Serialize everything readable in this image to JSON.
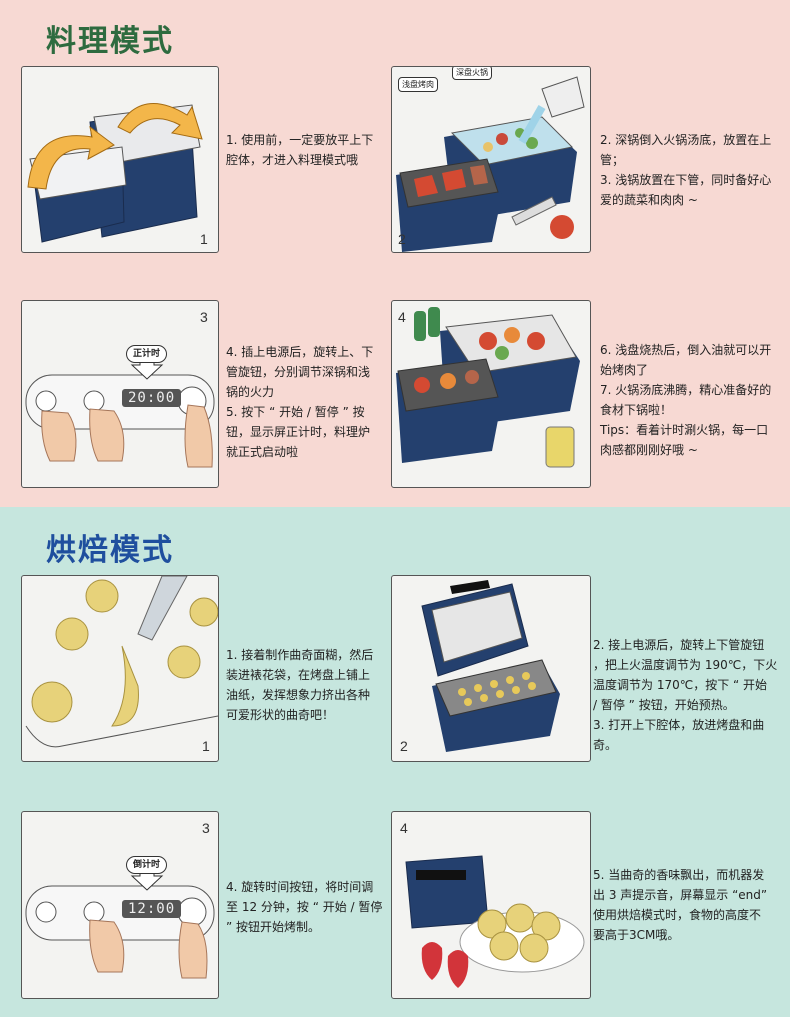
{
  "cook": {
    "title": "料理模式",
    "steps": [
      {
        "num": "1",
        "text": "1. 使用前，一定要放平上下\n腔体，才进入料理模式哦"
      },
      {
        "num": "2",
        "text": "2. 深锅倒入火锅汤底，放置在上\n管；\n3. 浅锅放置在下管，同时备好心\n爱的蔬菜和肉肉 ~",
        "tag_deep": "深盘火锅",
        "tag_shallow": "浅盘烤肉"
      },
      {
        "num": "3",
        "text": "4. 插上电源后，旋转上、下\n管旋钮，分别调节深锅和浅\n锅的火力\n5. 按下 “ 开始 / 暂停 ” 按\n钮，显示屏正计时，料理炉\n就正式启动啦",
        "timer_label": "正计时",
        "lcd": "20:00"
      },
      {
        "num": "4",
        "text": "6. 浅盘烧热后，倒入油就可以开\n始烤肉了\n7. 火锅汤底沸腾，精心准备好的\n食材下锅啦！\nTips：看着计时涮火锅，每一口\n肉感都刚刚好哦 ~"
      }
    ]
  },
  "bake": {
    "title": "烘焙模式",
    "steps": [
      {
        "num": "1",
        "text": "1. 接着制作曲奇面糊，然后\n装进裱花袋，在烤盘上铺上\n油纸，发挥想象力挤出各种\n可爱形状的曲奇吧！"
      },
      {
        "num": "2",
        "text": "2. 接上电源后，旋转上下管旋钮\n，把上火温度调节为 190℃，下火\n温度调节为 170℃，按下 “ 开始\n/ 暂停 ” 按钮，开始预热。\n3. 打开上下腔体，放进烤盘和曲奇。"
      },
      {
        "num": "3",
        "text": "4. 旋转时间按钮，将时间调\n至 12 分钟，按 “ 开始 / 暂停\n” 按钮开始烤制。",
        "timer_label": "倒计时",
        "lcd": "12:00"
      },
      {
        "num": "4",
        "text": "5. 当曲奇的香味飘出，而机器发\n出 3 声提示音，屏幕显示 “end”\n使用烘焙模式时，食物的高度不\n要高于3CM哦。"
      }
    ]
  },
  "colors": {
    "cook_bg": "#f7d9d3",
    "bake_bg": "#c6e6de",
    "cook_title": "#2e6b3f",
    "bake_title": "#1f4f9e",
    "appliance_navy": "#24406e"
  }
}
